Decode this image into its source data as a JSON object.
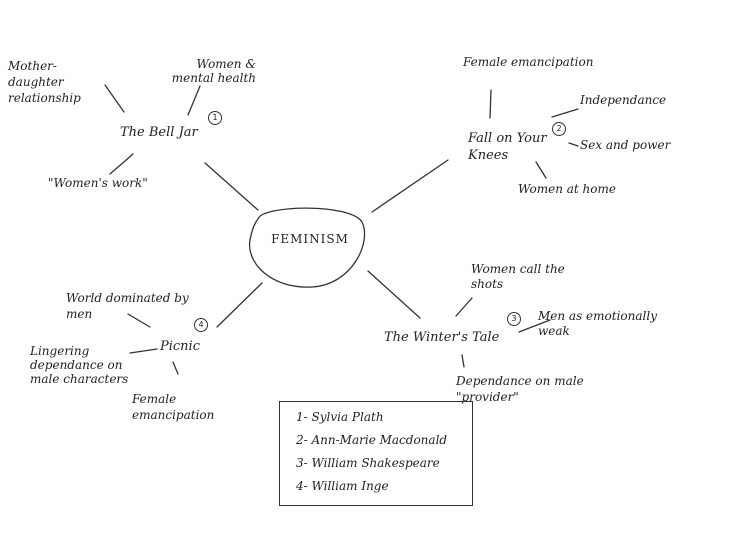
{
  "center": "FEMINISM",
  "books": [
    {
      "title": "The Bell Jar",
      "number": "1",
      "themes": [
        "Mother-daughter relationship",
        "Women & mental health",
        "\"Women's work\""
      ]
    },
    {
      "title": "Fall on Your Knees",
      "number": "2",
      "themes": [
        "Female emancipation",
        "Independance",
        "Sex and power",
        "Women at home"
      ]
    },
    {
      "title": "The Winter's Tale",
      "number": "3",
      "themes": [
        "Women call the shots",
        "Men as emotionally weak",
        "Dependance on male \"provider\""
      ]
    },
    {
      "title": "Picnic",
      "number": "4",
      "themes": [
        "World dominated by men",
        "Lingering dependance on male characters",
        "Female emancipation"
      ]
    }
  ],
  "legend": [
    "1- Sylvia Plath",
    "2- Ann-Marie Macdonald",
    "3- William Shakespeare",
    "4- William Inge"
  ]
}
